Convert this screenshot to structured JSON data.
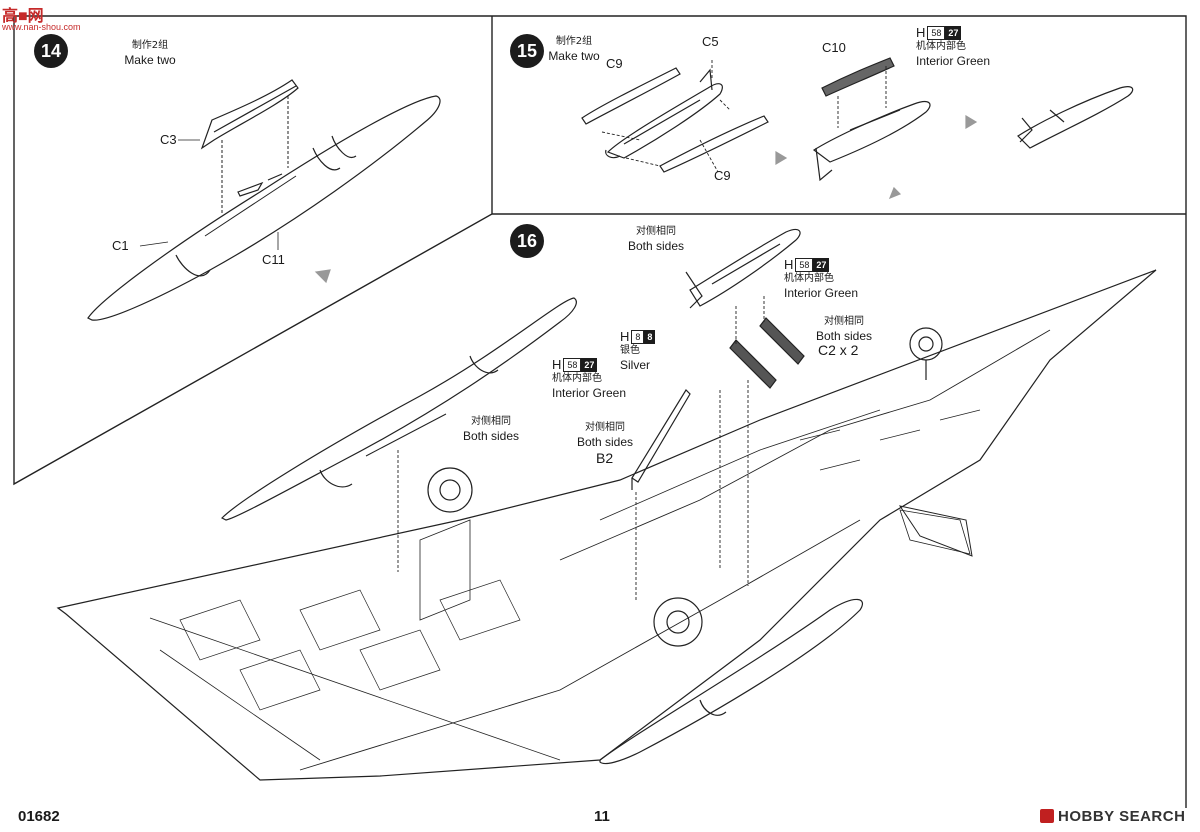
{
  "watermark": {
    "mark": "高■网",
    "url": "www.nan-shou.com"
  },
  "footer": {
    "kit_number": "01682",
    "page_number": "11",
    "source": "HOBBY SEARCH"
  },
  "step14": {
    "number": "14",
    "note_zh": "制作2组",
    "note_en": "Make two",
    "parts": {
      "c3": "C3",
      "c1": "C1",
      "c11": "C11"
    }
  },
  "step15": {
    "number": "15",
    "note_zh": "制作2组",
    "note_en": "Make two",
    "parts": {
      "c9_top": "C9",
      "c5": "C5",
      "c9_bottom": "C9",
      "c10": "C10"
    },
    "paint": {
      "code": "H",
      "num": "58",
      "dark": "27",
      "zh": "机体内部色",
      "en": "Interior Green"
    }
  },
  "step16": {
    "number": "16",
    "both_sides_top": {
      "zh": "对侧相同",
      "en": "Both sides"
    },
    "paint_top": {
      "code": "H",
      "num": "58",
      "dark": "27",
      "zh": "机体内部色",
      "en": "Interior Green"
    },
    "both_sides_right": {
      "zh": "对侧相同",
      "en": "Both sides"
    },
    "c2": "C2 x 2",
    "silver": {
      "code": "H",
      "num": "8",
      "dark": "8",
      "zh": "银色",
      "en": "Silver"
    },
    "paint_left": {
      "code": "H",
      "num": "58",
      "dark": "27",
      "zh": "机体内部色",
      "en": "Interior Green"
    },
    "both_sides_mid": {
      "zh": "对侧相同",
      "en": "Both sides"
    },
    "b2": "B2",
    "both_sides_tank": {
      "zh": "对侧相同",
      "en": "Both sides"
    }
  }
}
